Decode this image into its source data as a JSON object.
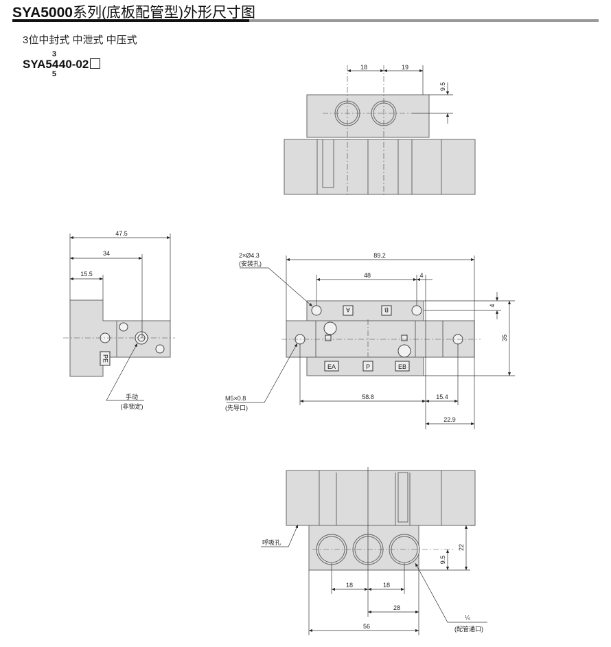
{
  "header": {
    "title_bold": "SYA5000",
    "title_rest": "系列(底板配管型)外形尺寸图"
  },
  "subtitle": "3位中封式  中泄式  中压式",
  "model": {
    "prefix": "SYA5",
    "variant_top": "3",
    "variant_mid": "4",
    "variant_bottom": "5",
    "suffix": "40-02"
  },
  "top_view": {
    "dims": [
      "18",
      "19",
      "9.5"
    ]
  },
  "side_view": {
    "dims": [
      "47.5",
      "34",
      "15.5"
    ],
    "port_label": "PE",
    "manual_label": "手动",
    "manual_note": "(非锁定)"
  },
  "front_view": {
    "dims": [
      "89.2",
      "48",
      "4",
      "4",
      "35",
      "58.8",
      "15.4",
      "22.9"
    ],
    "mount_hole": "2×Ø4.3",
    "mount_note": "(安装孔)",
    "pilot_port": "M5×0.8",
    "pilot_note": "(先导口)",
    "ports": [
      "A",
      "B",
      "EA",
      "P",
      "EB"
    ]
  },
  "bottom_view": {
    "dims": [
      "18",
      "18",
      "28",
      "56",
      "9.5",
      "22"
    ],
    "breather": "呼吸孔",
    "pipe_size": "¼",
    "pipe_note": "(配管通口)"
  }
}
